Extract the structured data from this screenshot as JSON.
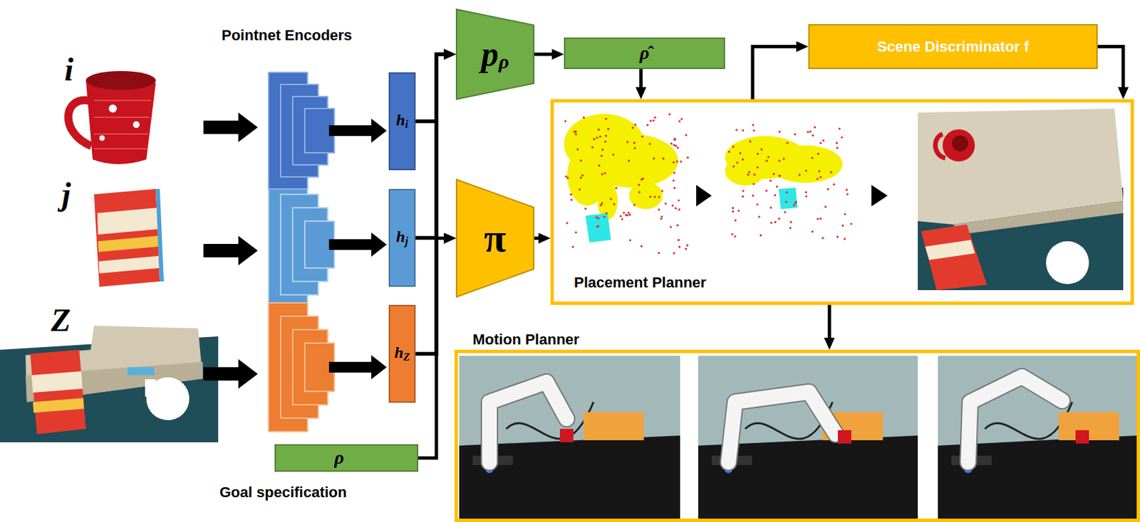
{
  "diagram": {
    "nodes": [
      {
        "text": [
          "h",
          "i"
        ]
      },
      {
        "text": [
          "h",
          "j"
        ]
      },
      {
        "text": [
          "h",
          "Z"
        ]
      },
      {
        "text": [
          "ρ⃗",
          "Goal specification"
        ]
      },
      {
        "text": [
          "p",
          "ρ"
        ]
      },
      {
        "text": [
          "ρ̂"
        ]
      },
      {
        "text": [
          "π"
        ]
      },
      {
        "text": [
          "Scene Discriminator f"
        ]
      },
      {
        "text": [
          "Placement Planner"
        ]
      },
      {
        "text": [
          "Motion Planner"
        ]
      }
    ],
    "edges": [
      {
        "from": 0,
        "to": 4,
        "arrow": "to"
      },
      {
        "from": 1,
        "to": 4,
        "arrow": "to"
      },
      {
        "from": 2,
        "to": 4,
        "arrow": "to"
      },
      {
        "from": 0,
        "to": 6,
        "arrow": "to"
      },
      {
        "from": 1,
        "to": 6,
        "arrow": "to"
      },
      {
        "from": 2,
        "to": 6,
        "arrow": "to"
      },
      {
        "from": 3,
        "to": 6,
        "arrow": "to"
      },
      {
        "from": 4,
        "to": 5,
        "arrow": "to"
      },
      {
        "from": 5,
        "to": 8,
        "arrow": "to"
      },
      {
        "from": 6,
        "to": 8,
        "arrow": "to"
      },
      {
        "from": 8,
        "to": 7,
        "arrow": "to"
      },
      {
        "from": 7,
        "to": 8,
        "arrow": "to"
      },
      {
        "from": 8,
        "to": 9,
        "arrow": "to"
      }
    ],
    "labels": [
      "i",
      "j",
      "Z",
      "Pointnet Encoders"
    ]
  }
}
